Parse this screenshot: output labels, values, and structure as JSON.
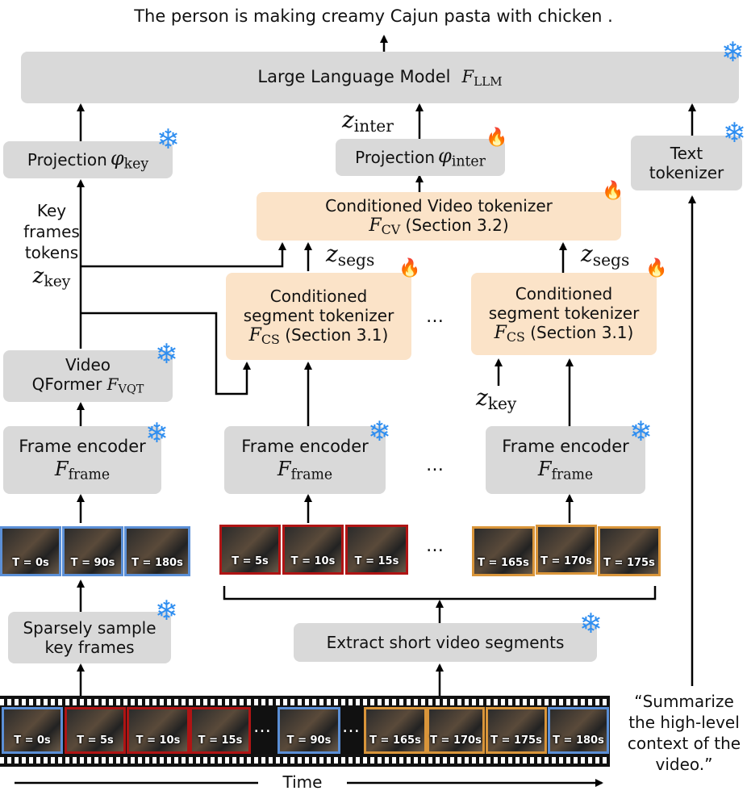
{
  "caption": "The person is making creamy Cajun pasta with chicken .",
  "llm": {
    "label": "Large Language Model",
    "symbol": "F",
    "sub": "LLM"
  },
  "z_inter": {
    "symbol": "z",
    "sub": "inter"
  },
  "proj_key": {
    "label": "Projection",
    "symbol": "φ",
    "sub": "key"
  },
  "proj_inter": {
    "label": "Projection",
    "symbol": "φ",
    "sub": "inter"
  },
  "text_tokenizer": {
    "line1": "Text",
    "line2": "tokenizer"
  },
  "cv_tokenizer": {
    "label": "Conditioned Video tokenizer",
    "symbol": "F",
    "sub": "CV",
    "section": "(Section 3.2)"
  },
  "key_tokens": {
    "line1": "Key",
    "line2": "frames",
    "line3": "tokens",
    "symbol": "z",
    "sub": "key"
  },
  "z_segs": {
    "symbol": "z",
    "sub": "segs"
  },
  "cs_tokenizer": {
    "line1": "Conditioned",
    "line2": "segment tokenizer",
    "symbol": "F",
    "sub": "CS",
    "section": "(Section 3.1)"
  },
  "z_key": {
    "symbol": "z",
    "sub": "key"
  },
  "vqformer": {
    "line1": "Video",
    "line2": "QFormer",
    "symbol": "F",
    "sub": "VQT"
  },
  "frame_encoder": {
    "label": "Frame encoder",
    "symbol": "F",
    "sub": "frame"
  },
  "ellipsis": "…",
  "frames_key": [
    "T = 0s",
    "T = 90s",
    "T = 180s"
  ],
  "frames_seg1": [
    "T = 5s",
    "T = 10s",
    "T = 15s"
  ],
  "frames_segn": [
    "T = 165s",
    "T = 170s",
    "T = 175s"
  ],
  "sparse_sample": {
    "line1": "Sparsely sample",
    "line2": "key frames"
  },
  "extract_segments": "Extract short video segments",
  "film_frames": [
    "T = 0s",
    "T = 5s",
    "T = 10s",
    "T = 15s",
    "T = 90s",
    "T = 165s",
    "T = 170s",
    "T = 175s",
    "T = 180s"
  ],
  "prompt": {
    "line1": "“Summarize",
    "line2": "the high-level",
    "line3": "context of the",
    "line4": "video.”"
  },
  "time_label": "Time",
  "colors": {
    "frozen": "#2f8ef0",
    "box_gray": "#d9d9d9",
    "box_peach": "#fbe3c8",
    "key_border": "#5b8fd6",
    "seg1_border": "#b01414",
    "segn_border": "#d9953a"
  },
  "icons": {
    "frozen": "snowflake-icon",
    "trainable": "fire-icon"
  }
}
